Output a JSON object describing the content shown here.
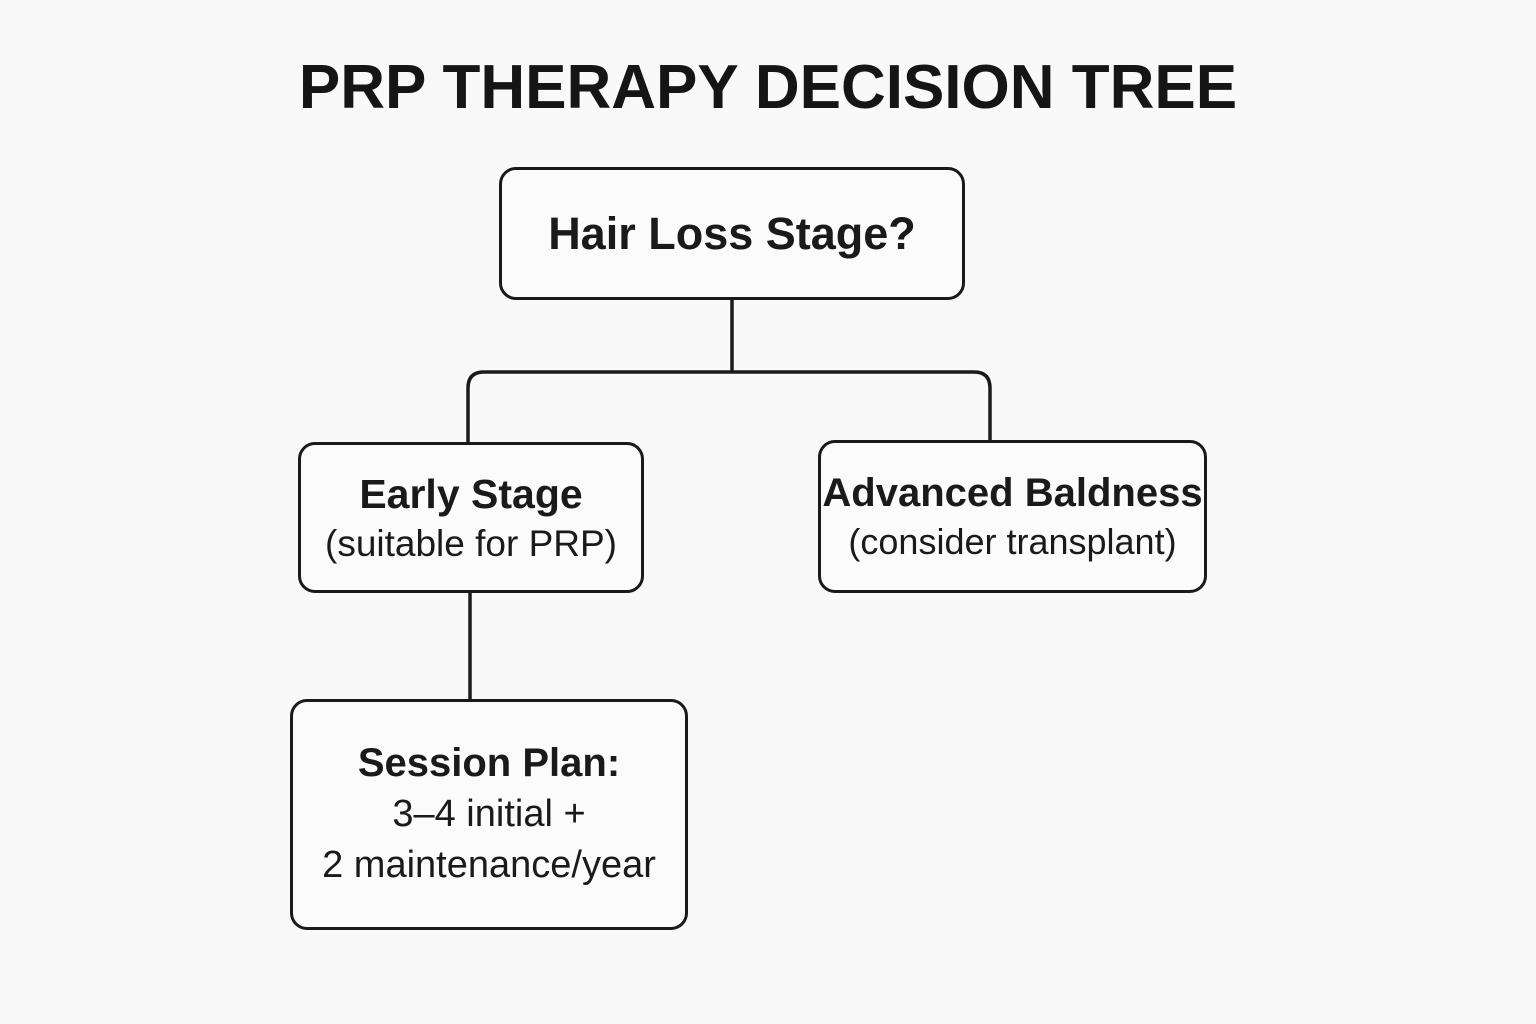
{
  "title": "PRP THERAPY DECISION TREE",
  "diagram": {
    "type": "decision-tree",
    "nodes": {
      "root": {
        "label": "Hair Loss Stage?"
      },
      "early": {
        "label": "Early Stage",
        "sublabel": "(suitable for PRP)"
      },
      "advanced": {
        "label": "Advanced Baldness",
        "sublabel": "(consider transplant)"
      },
      "session": {
        "label": "Session Plan:",
        "lines": [
          "3–4 initial +",
          "2 maintenance/year"
        ]
      }
    },
    "edges": [
      {
        "from": "root",
        "to": "early"
      },
      {
        "from": "root",
        "to": "advanced"
      },
      {
        "from": "early",
        "to": "session"
      }
    ],
    "colors": {
      "background": "#f9f9f9",
      "node_fill": "#fbfbfb",
      "stroke": "#1a1a1a",
      "text": "#1a1a1a"
    }
  }
}
